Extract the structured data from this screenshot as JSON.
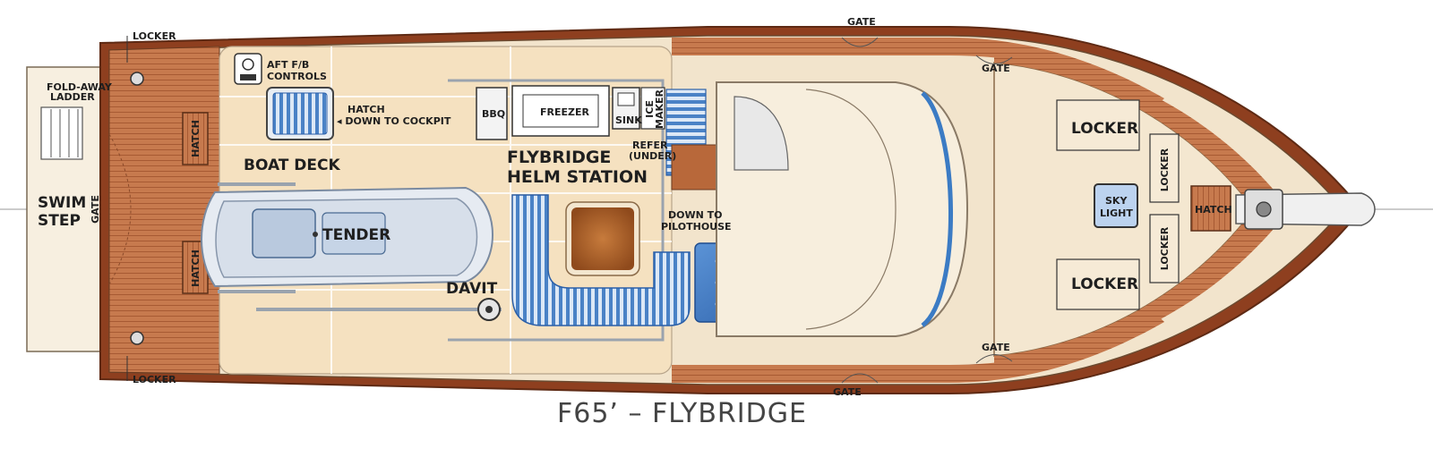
{
  "title": "F65’ – FLYBRIDGE",
  "labels": {
    "locker_top": "LOCKER",
    "locker_bottom": "LOCKER",
    "fold_away_ladder_1": "FOLD-AWAY",
    "fold_away_ladder_2": "LADDER",
    "swim_step_1": "SWIM",
    "swim_step_2": "STEP",
    "gate_transom": "GATE",
    "hatch_upper": "HATCH",
    "hatch_lower": "HATCH",
    "aft_fb_controls_1": "AFT F/B",
    "aft_fb_controls_2": "CONTROLS",
    "hatch_cockpit_1": "HATCH",
    "hatch_cockpit_2": "◂ DOWN TO COCKPIT",
    "boat_deck": "BOAT DECK",
    "tender": "TENDER",
    "davit": "DAVIT",
    "bbq": "BBQ",
    "freezer": "FREEZER",
    "sink": "SINK",
    "ice_maker_1": "ICE",
    "ice_maker_2": "MAKER",
    "refer_1": "REFER",
    "refer_2": "(UNDER)",
    "flybridge_helm_1": "FLYBRIDGE",
    "flybridge_helm_2": "HELM STATION",
    "down_to_pilothouse_1": "DOWN TO",
    "down_to_pilothouse_2": "PILOTHOUSE",
    "gate_top": "GATE",
    "gate_upper_side": "GATE",
    "gate_lower_side": "GATE",
    "gate_bottom": "GATE",
    "locker_fwd_upper": "LOCKER",
    "locker_fwd_lower": "LOCKER",
    "locker_fwd_side_upper": "LOCKER",
    "locker_fwd_side_lower": "LOCKER",
    "skylight_1": "SKY",
    "skylight_2": "LIGHT",
    "hatch_bow": "HATCH"
  },
  "colors": {
    "teak": "#c8784c",
    "teak_dark": "#8e3f1f",
    "hull_cream": "#f3e6cf",
    "deck_light": "#f6e4c6",
    "cushion_blue": "#4f86c8",
    "cushion_light": "#cfe0f3",
    "table_wood": "#b0662e"
  }
}
